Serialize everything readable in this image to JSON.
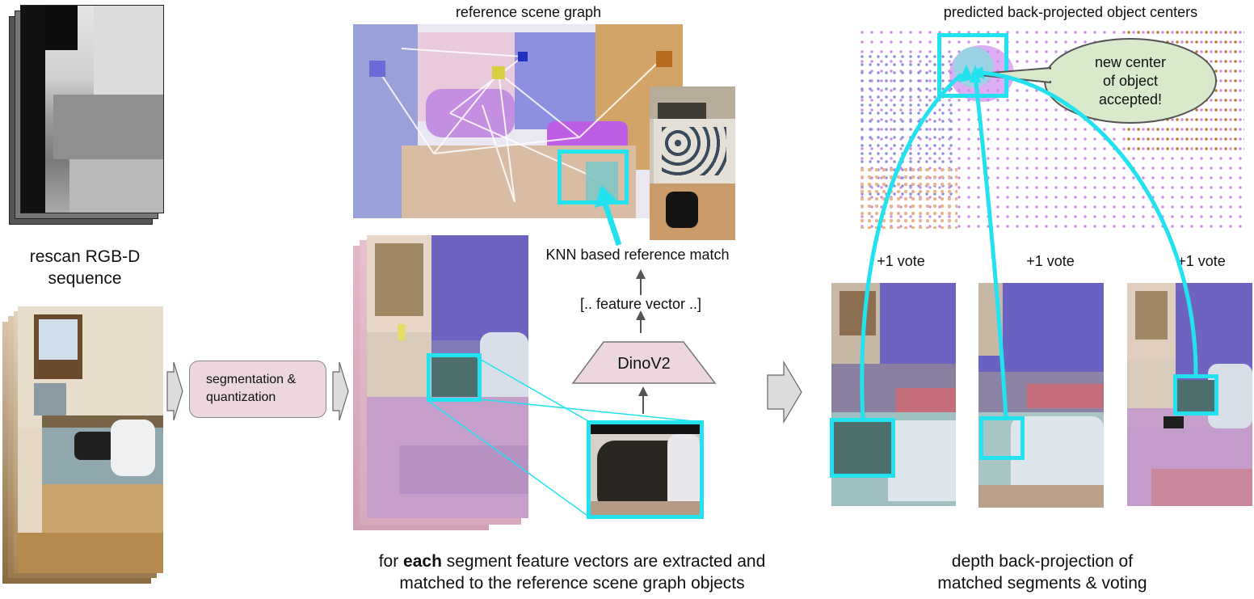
{
  "colors": {
    "accent_cyan": "#22e2ef",
    "segmentation_box_fill": "#ecd7df",
    "dinov2_fill": "#ecd7df",
    "bubble_fill": "#d8e9cc",
    "wall_purple": "#6f63c2",
    "bed_pink": "#c79bd0"
  },
  "titles": {
    "reference_scene_graph": "reference scene graph",
    "predicted_centers": "predicted back-projected object centers"
  },
  "left": {
    "sequence_label_line1": "rescan RGB-D",
    "sequence_label_line2": "sequence"
  },
  "pipeline": {
    "segmentation_line1": "segmentation &",
    "segmentation_line2": "quantization",
    "dinov2": "DinoV2",
    "feature_vector": "[.. feature vector ..]",
    "knn_match": "KNN based reference match"
  },
  "right": {
    "vote_1": "+1 vote",
    "vote_2": "+1 vote",
    "vote_3": "+1 vote",
    "bubble_line1": "new center",
    "bubble_line2": "of object",
    "bubble_line3": "accepted!"
  },
  "captions": {
    "middle_prefix": "for ",
    "middle_bold": "each",
    "middle_rest_line1": " segment feature vectors are extracted and",
    "middle_line2": "matched to the reference scene graph objects",
    "right_line1": "depth back-projection of",
    "right_line2": "matched segments & voting"
  },
  "icons": {
    "process_arrow": "block-arrow-right-icon",
    "up_arrow": "arrow-up-icon"
  }
}
